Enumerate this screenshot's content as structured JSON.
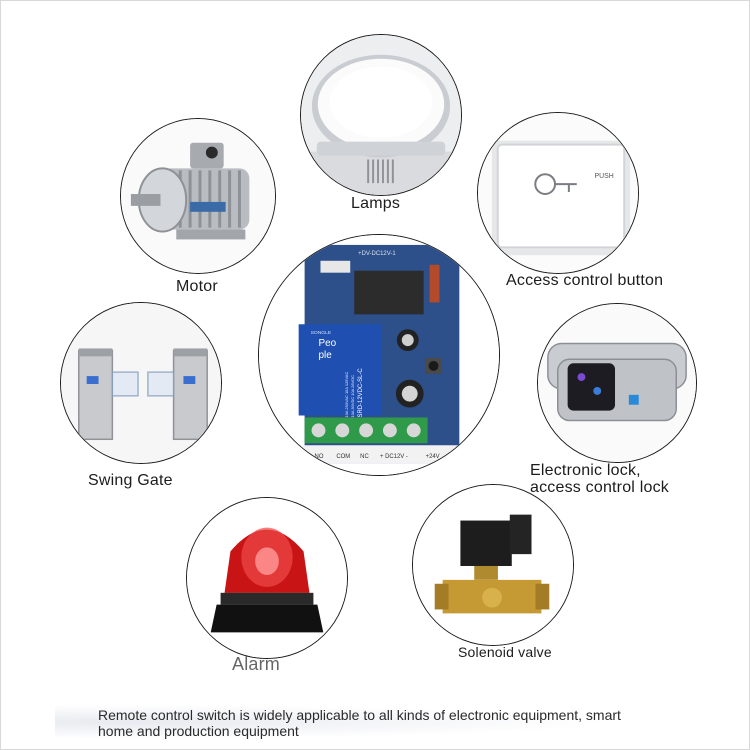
{
  "labels": {
    "lamps": "Lamps",
    "motor": "Motor",
    "access_button": "Access control button",
    "swing_gate": "Swing Gate",
    "electronic_lock_line1": "Electronic lock,",
    "electronic_lock_line2": "access control lock",
    "alarm": "Alarm",
    "solenoid_valve": "Solenoid valve"
  },
  "module": {
    "relay_brand": "SONGLE",
    "relay_model": "SRD-12VDC-SL-C",
    "relay_text_a": "Peo",
    "relay_text_b": "ple",
    "relay_rating_a": "10A 250VAC 10A 125VAC",
    "relay_rating_b": "10A 30VDC 10A 28VDC",
    "terminal_no": "NO",
    "terminal_com": "COM",
    "terminal_nc": "NC",
    "terminal_dc": "+ DC12V -",
    "terminal_v": "+24V",
    "board_top": "+DV-DC12V-1"
  },
  "access_button": {
    "push_text": "PUSH"
  },
  "caption": {
    "line1": "Remote control switch is widely applicable to all kinds of electronic equipment, smart",
    "line2": "home and production equipment"
  },
  "colors": {
    "board": "#2d4f8a",
    "relay": "#1f4fb0",
    "terminal": "#2f9a4a",
    "alarm": "#d41c1c"
  }
}
